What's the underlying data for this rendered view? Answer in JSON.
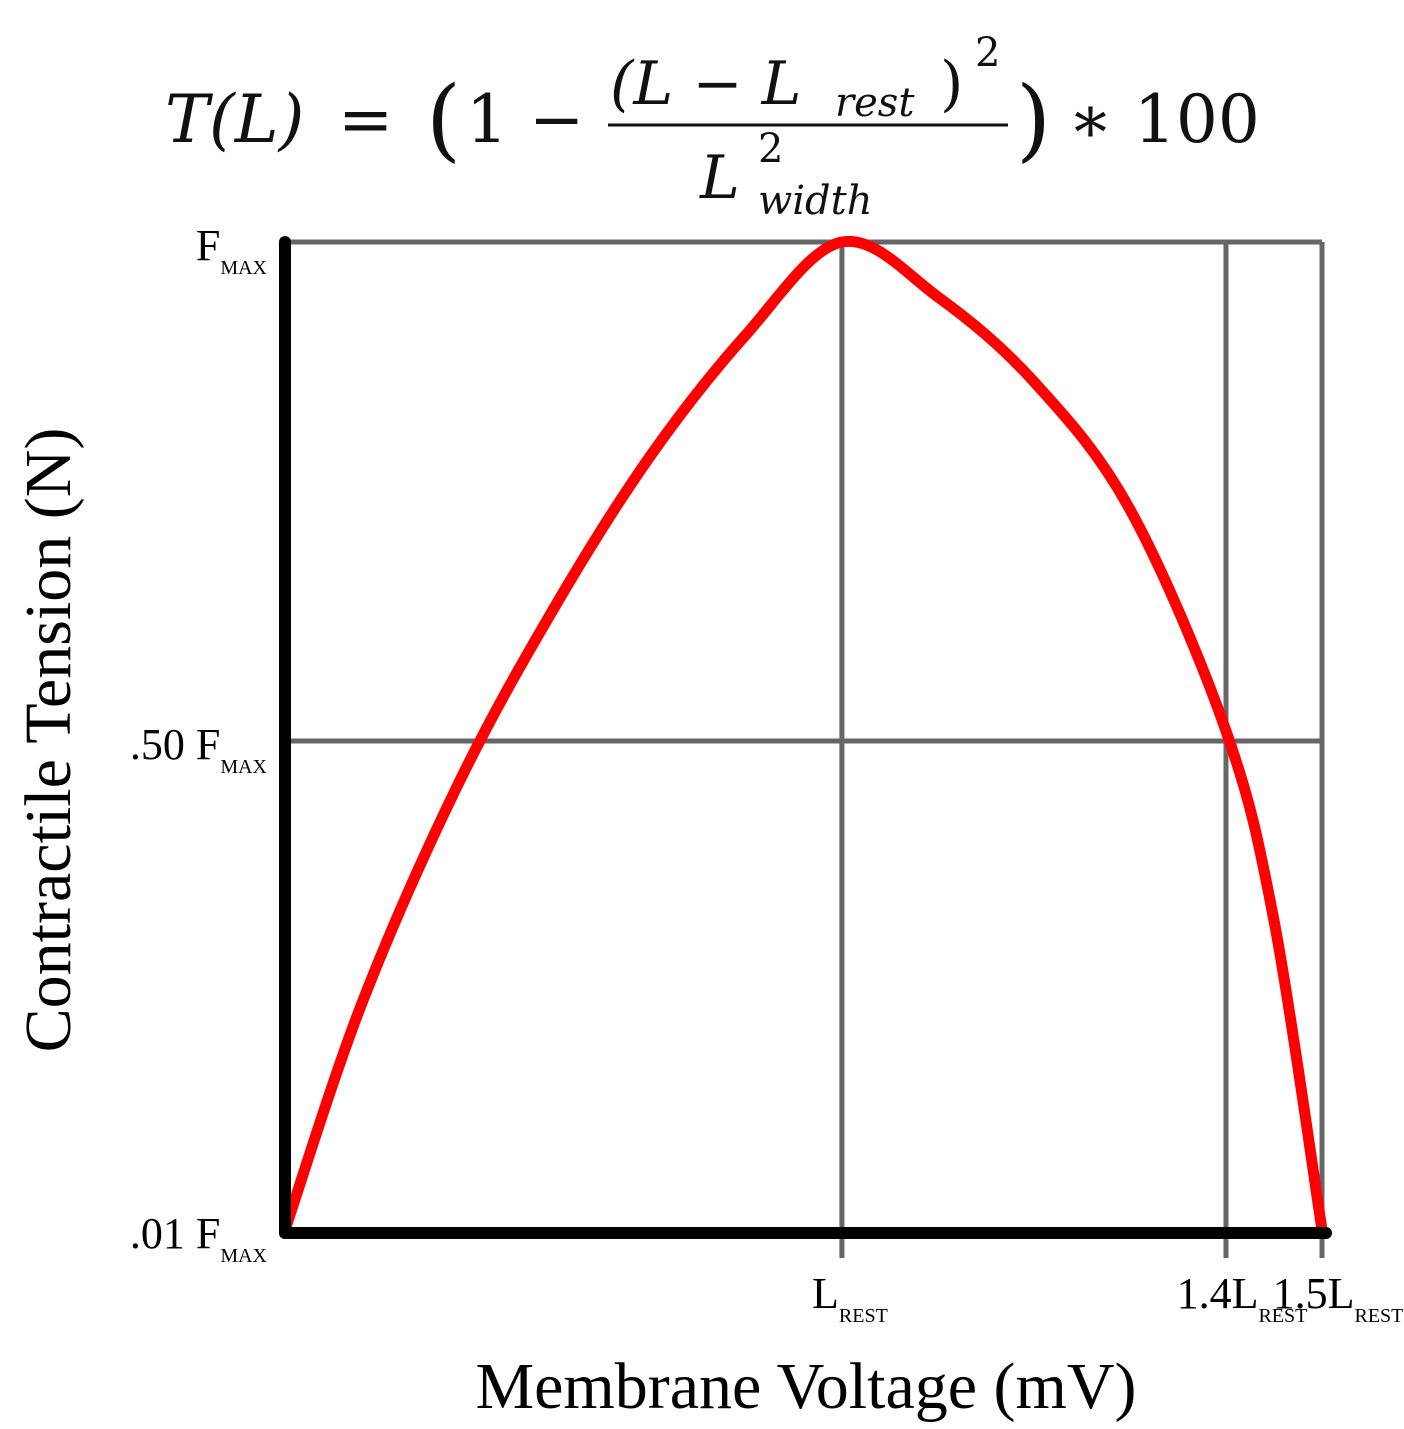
{
  "chart_data": {
    "type": "line",
    "title": "",
    "formula": {
      "lhs": "T(L)",
      "equals": "=",
      "open_paren": "(",
      "one_minus": "1 −",
      "numerator": "(L − L",
      "numerator_sub": "rest",
      "numerator_close": ")",
      "numerator_sup": "2",
      "denominator": "L",
      "denominator_sup": "2",
      "denominator_sub": "width",
      "close_paren": ")",
      "times": "∗ 100"
    },
    "xlabel": "Membrane Voltage (mV)",
    "ylabel": "Contractile Tension (N)",
    "x_ticks": [
      {
        "main": "L",
        "sub": "REST",
        "value": 1.0
      },
      {
        "main": "1.4L",
        "sub": "REST",
        "value": 1.4
      },
      {
        "main": "1.5L",
        "sub": "REST",
        "value": 1.5
      }
    ],
    "y_ticks": [
      {
        "main": "F",
        "prefix": "",
        "sub": "MAX",
        "value": 1.0
      },
      {
        "main": "F",
        "prefix": ".50",
        "sub": "MAX",
        "value": 0.5
      },
      {
        "main": "F",
        "prefix": ".01",
        "sub": "MAX",
        "value": 0.01
      }
    ],
    "xlim": [
      0.42,
      1.5
    ],
    "ylim": [
      0.01,
      1.0
    ],
    "grid": true,
    "series": [
      {
        "color": "#ff0000",
        "x": [
          0.42,
          0.5,
          0.6,
          0.7,
          0.8,
          0.9,
          1.0,
          1.1,
          1.2,
          1.3,
          1.4,
          1.45,
          1.5
        ],
        "y": [
          0.01,
          0.237,
          0.456,
          0.633,
          0.785,
          0.907,
          1.0,
          0.945,
          0.86,
          0.732,
          0.51,
          0.32,
          0.01
        ]
      }
    ],
    "colors": {
      "curve": "#ff0000",
      "axis": "#000000",
      "grid": "#666666"
    }
  }
}
